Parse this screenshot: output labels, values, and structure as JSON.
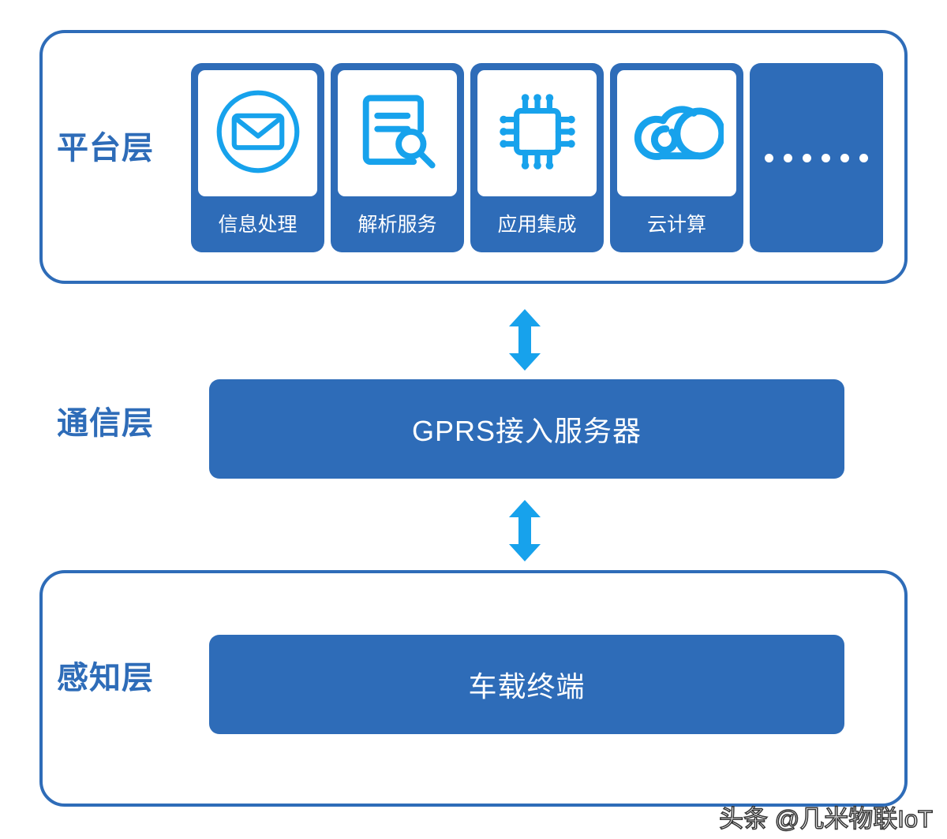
{
  "colors": {
    "frame_border": "#2e6cb8",
    "card_fill": "#2e6cb8",
    "icon_accent": "#17a2ec",
    "arrow": "#17a2ec",
    "label_text": "#2e6cb8",
    "on_card_text": "#ffffff",
    "background": "#ffffff"
  },
  "layers": {
    "platform": {
      "label": "平台层",
      "cards": [
        {
          "label": "信息处理",
          "icon": "envelope-circle-icon"
        },
        {
          "label": "解析服务",
          "icon": "document-search-icon"
        },
        {
          "label": "应用集成",
          "icon": "chip-icon"
        },
        {
          "label": "云计算",
          "icon": "cloud-icon"
        },
        {
          "label": "",
          "icon": "ellipsis-dots-icon",
          "dots": 6
        }
      ]
    },
    "communication": {
      "label": "通信层",
      "box_label": "GPRS接入服务器"
    },
    "sensing": {
      "label": "感知层",
      "box_label": "车载终端"
    }
  },
  "connectors": [
    {
      "name": "platform-to-communication",
      "icon": "double-arrow-vertical-icon"
    },
    {
      "name": "communication-to-sensing",
      "icon": "double-arrow-vertical-icon"
    }
  ],
  "watermark": {
    "text": "头条 @几米物联IoT"
  }
}
